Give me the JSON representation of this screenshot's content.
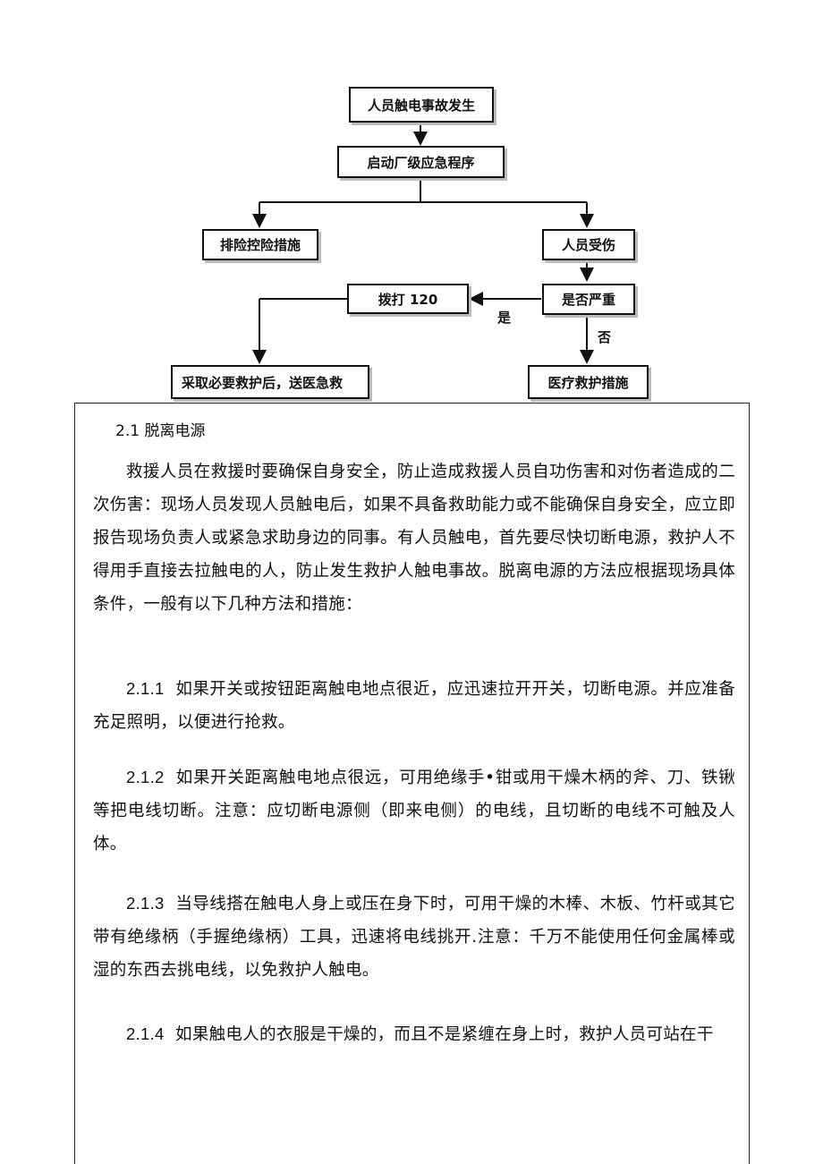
{
  "flowchart": {
    "nodes": {
      "accident": "人员触电事故发生",
      "start_program": "启动厂级应急程序",
      "hazard_control": "排险控险措施",
      "injured": "人员受伤",
      "call": "拨打 120",
      "serious": "是否严重",
      "send_hospital": "采取必要救护后，送医急救",
      "medical": "医疗救护措施"
    },
    "labels": {
      "yes": "是",
      "no": "否"
    }
  },
  "section": {
    "heading": "2.1 脱离电源",
    "intro": "救援人员在救援时要确保自身安全，防止造成救援人员自功伤害和对伤者造成的二次伤害：现场人员发现人员触电后，如果不具备救助能力或不能确保自身安全，应立即报告现场负责人或紧急求助身边的同事。有人员触电，首先要尽快切断电源，救护人不得用手直接去拉触电的人，防止发生救护人触电事故。脱离电源的方法应根据现场具体条件，一般有以下几种方法和措施：",
    "items": [
      {
        "num": "2.1.1",
        "text": "如果开关或按钮距离触电地点很近，应迅速拉开开关，切断电源。并应准备充足照明，以便进行抢救。"
      },
      {
        "num": "2.1.2",
        "text": "如果开关距离触电地点很远，可用绝缘手•钳或用干燥木柄的斧、刀、铁锹等把电线切断。注意：应切断电源侧（即来电侧）的电线，且切断的电线不可触及人体。"
      },
      {
        "num": "2.1.3",
        "text": "当导线搭在触电人身上或压在身下时，可用干燥的木棒、木板、竹杆或其它带有绝缘柄（手握绝缘柄）工具，迅速将电线挑开.注意：千万不能使用任何金属棒或湿的东西去挑电线，以免救护人触电。"
      },
      {
        "num": "2.1.4",
        "text": "如果触电人的衣服是干燥的，而且不是紧缠在身上时，救护人员可站在干"
      }
    ]
  }
}
